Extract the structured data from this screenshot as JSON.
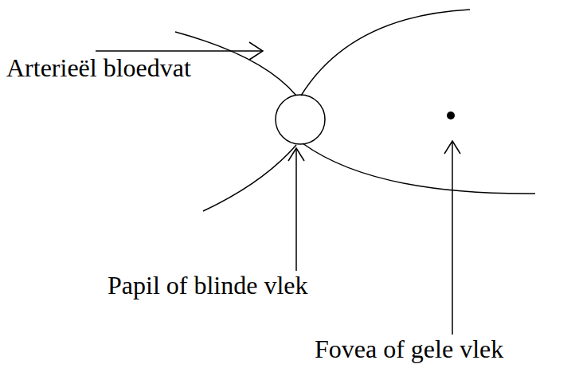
{
  "diagram": {
    "labels": [
      "Arterieël bloedvat",
      "Papil of blinde vlek",
      "Fovea of gele vlek"
    ]
  }
}
